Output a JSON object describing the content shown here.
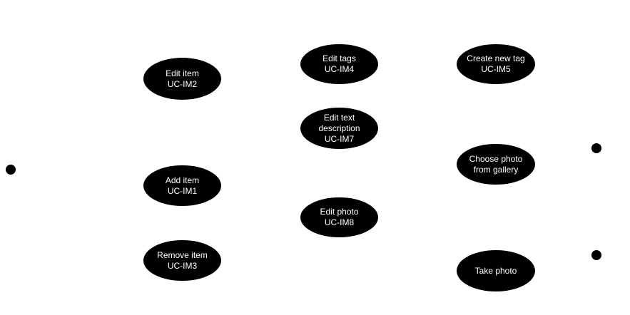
{
  "diagram": {
    "use_cases": {
      "edit_item": {
        "lines": [
          "Edit item",
          "UC-IM2"
        ]
      },
      "add_item": {
        "lines": [
          "Add item",
          "UC-IM1"
        ]
      },
      "remove_item": {
        "lines": [
          "Remove item",
          "UC-IM3"
        ]
      },
      "edit_tags": {
        "lines": [
          "Edit tags",
          "UC-IM4"
        ]
      },
      "edit_text": {
        "lines": [
          "Edit text",
          "description",
          "UC-IM7"
        ]
      },
      "edit_photo": {
        "lines": [
          "Edit photo",
          "UC-IM8"
        ]
      },
      "create_tag": {
        "lines": [
          "Create new tag",
          "UC-IM5"
        ]
      },
      "choose_photo": {
        "lines": [
          "Choose photo",
          "from gallery"
        ]
      },
      "take_photo": {
        "lines": [
          "Take photo"
        ]
      }
    },
    "colors": {
      "node_fill": "#000000",
      "node_text": "#ffffff",
      "background": "#ffffff"
    }
  }
}
